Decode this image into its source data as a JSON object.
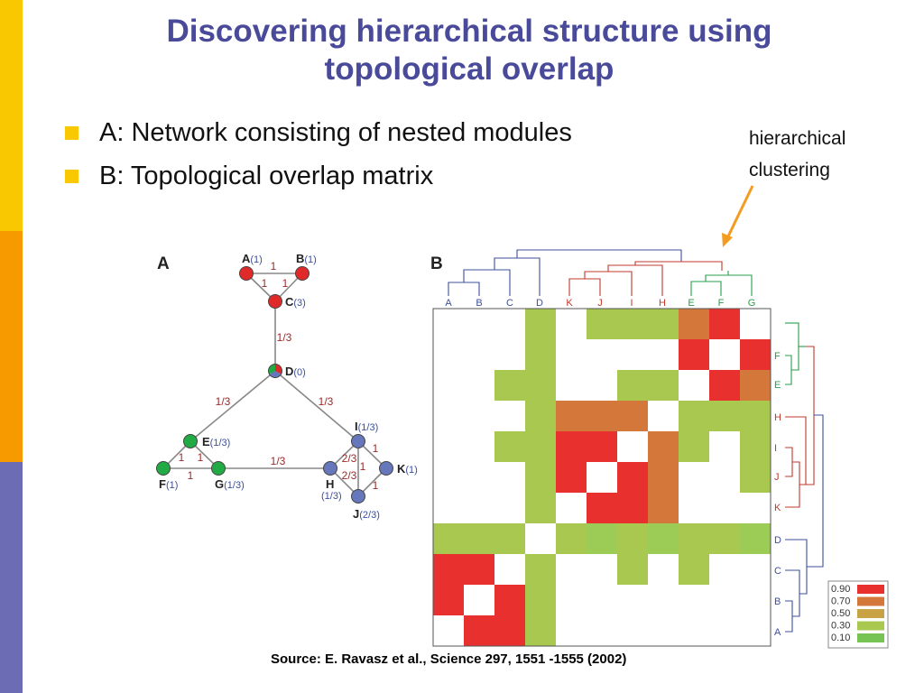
{
  "title_line1": "Discovering hierarchical structure using",
  "title_line2": "topological overlap",
  "bullets": [
    "A: Network consisting of nested modules",
    "B: Topological overlap matrix"
  ],
  "callout_line1": "hierarchical",
  "callout_line2": "clustering",
  "source": "Source: E. Ravasz et al., Science 297, 1551 -1555 (2002)",
  "colors": {
    "bar_yellow": "#f9c800",
    "bar_orange": "#f79a00",
    "bar_purple": "#6c6cb4",
    "title": "#4a4a9a",
    "arrow": "#f39c1f",
    "node_red": "#e02a2a",
    "node_blue": "#6677bb",
    "node_green": "#22aa44",
    "edge_label": "#9c2a2a"
  },
  "panel_a": {
    "label": "A",
    "nodes": [
      {
        "id": "A",
        "w": "(1)",
        "color": "red"
      },
      {
        "id": "B",
        "w": "(1)",
        "color": "red"
      },
      {
        "id": "C",
        "w": "(3)",
        "color": "red"
      },
      {
        "id": "D",
        "w": "(0)",
        "color": "mixed"
      },
      {
        "id": "E",
        "w": "(1/3)",
        "color": "green"
      },
      {
        "id": "F",
        "w": "(1)",
        "color": "green"
      },
      {
        "id": "G",
        "w": "(1/3)",
        "color": "green"
      },
      {
        "id": "H",
        "w": "(1/3)",
        "color": "blue"
      },
      {
        "id": "I",
        "w": "(1/3)",
        "color": "blue"
      },
      {
        "id": "J",
        "w": "(2/3)",
        "color": "blue"
      },
      {
        "id": "K",
        "w": "(1)",
        "color": "blue"
      }
    ],
    "edges": [
      {
        "from": "A",
        "to": "B",
        "label": "1"
      },
      {
        "from": "A",
        "to": "C",
        "label": "1"
      },
      {
        "from": "B",
        "to": "C",
        "label": "1"
      },
      {
        "from": "C",
        "to": "D",
        "label": "1/3"
      },
      {
        "from": "D",
        "to": "E",
        "label": "1/3"
      },
      {
        "from": "D",
        "to": "I",
        "label": "1/3"
      },
      {
        "from": "E",
        "to": "F",
        "label": "1"
      },
      {
        "from": "E",
        "to": "G",
        "label": "1"
      },
      {
        "from": "F",
        "to": "G",
        "label": "1"
      },
      {
        "from": "G",
        "to": "H",
        "label": "1/3"
      },
      {
        "from": "H",
        "to": "I",
        "label": "2/3"
      },
      {
        "from": "H",
        "to": "J",
        "label": "2/3"
      },
      {
        "from": "I",
        "to": "J",
        "label": "1"
      },
      {
        "from": "I",
        "to": "K",
        "label": "1"
      },
      {
        "from": "J",
        "to": "K",
        "label": "1"
      }
    ]
  },
  "panel_b": {
    "label": "B",
    "order_top": [
      "A",
      "B",
      "C",
      "D",
      "K",
      "J",
      "I",
      "H",
      "E",
      "F",
      "G"
    ],
    "order_right": [
      "F",
      "E",
      "H",
      "I",
      "J",
      "K",
      "D",
      "C",
      "B",
      "A"
    ],
    "legend": [
      "0.90",
      "0.70",
      "0.50",
      "0.30",
      "0.10"
    ],
    "legend_colors": [
      "#e8312f",
      "#d4773a",
      "#c8a244",
      "#a8c850",
      "#77c455"
    ]
  }
}
